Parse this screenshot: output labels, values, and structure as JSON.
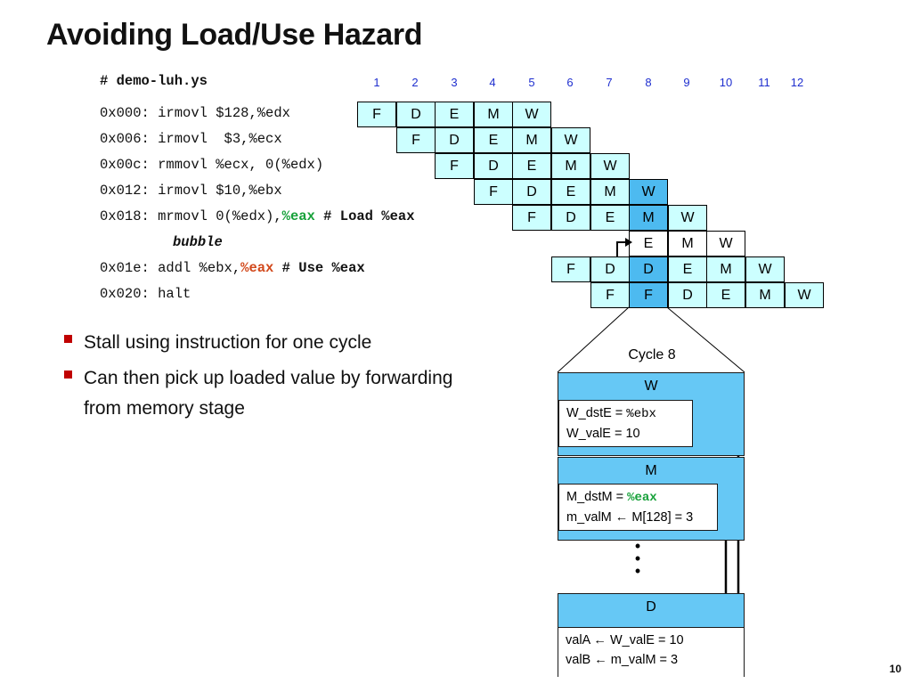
{
  "title": "Avoiding Load/Use Hazard",
  "filename": "# demo-luh.ys",
  "cycles": [
    "1",
    "2",
    "3",
    "4",
    "5",
    "6",
    "7",
    "8",
    "9",
    "10",
    "11",
    "12"
  ],
  "instructions": [
    {
      "addr": "0x000:",
      "text": "irmovl $128,%edx"
    },
    {
      "addr": "0x006:",
      "text": "irmovl  $3,%ecx"
    },
    {
      "addr": "0x00c:",
      "text": "rmmovl %ecx, 0(%edx)"
    },
    {
      "addr": "0x012:",
      "text": "irmovl $10,%ebx"
    },
    {
      "addr": "0x018:",
      "text_pre": "mrmovl 0(%edx),",
      "reg": "%eax",
      "comment": " # Load %eax"
    },
    {
      "bubble": "bubble"
    },
    {
      "addr": "0x01e:",
      "text_pre": "addl %ebx,",
      "reg": "%eax",
      "comment": " # Use %eax"
    },
    {
      "addr": "0x020:",
      "text": "halt"
    }
  ],
  "pipeline_rows": [
    {
      "start": 1,
      "stages": [
        "F",
        "D",
        "E",
        "M",
        "W"
      ]
    },
    {
      "start": 2,
      "stages": [
        "F",
        "D",
        "E",
        "M",
        "W"
      ]
    },
    {
      "start": 3,
      "stages": [
        "F",
        "D",
        "E",
        "M",
        "W"
      ]
    },
    {
      "start": 4,
      "stages": [
        "F",
        "D",
        "E",
        "M",
        "W"
      ]
    },
    {
      "start": 5,
      "stages": [
        "F",
        "D",
        "E",
        "M",
        "W"
      ]
    },
    {
      "start": 8,
      "stages": [
        "E",
        "M",
        "W"
      ]
    },
    {
      "start": 6,
      "stages": [
        "F",
        "D",
        "D",
        "E",
        "M",
        "W"
      ]
    },
    {
      "start": 7,
      "stages": [
        "F",
        "F",
        "D",
        "E",
        "M",
        "W"
      ]
    }
  ],
  "bullets": [
    "Stall using instruction for one cycle",
    "Can then pick up loaded value by forwarding from memory stage"
  ],
  "detail": {
    "cycle_label": "Cycle 8",
    "w_stage": {
      "name": "W",
      "line1_label": "W_dstE = ",
      "line1_value": "%ebx",
      "line2": "W_valE = 10"
    },
    "m_stage": {
      "name": "M",
      "line1_label": "M_dstM = ",
      "line1_value": "%eax",
      "line2": "m_valM ← M[128] = 3"
    },
    "d_stage": {
      "name": "D",
      "line1": "valA ← W_valE = 10",
      "line2": "valB ← m_valM = 3"
    },
    "ellipsis": "•"
  },
  "page_number": "10"
}
